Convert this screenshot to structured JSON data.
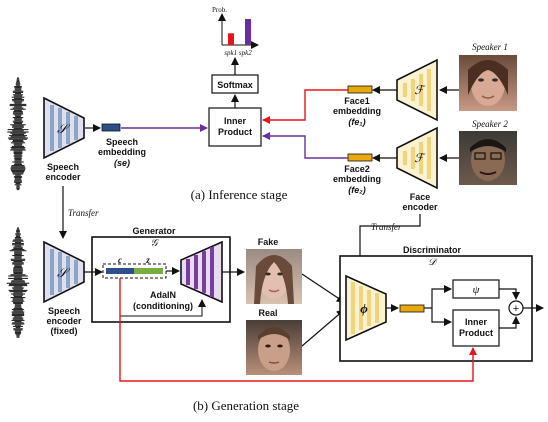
{
  "inference": {
    "caption": "(a) Inference stage",
    "prob_label": "Prob.",
    "bar_labels": "spk1 spk2",
    "softmax": "Softmax",
    "inner_product": [
      "Inner",
      "Product"
    ],
    "speech_encoder_symbol": "𝒮",
    "speech_encoder": [
      "Speech",
      "encoder"
    ],
    "speech_embedding": [
      "Speech",
      "embedding",
      "(se)"
    ],
    "face_symbol": "ℱ",
    "face1_embedding": [
      "Face1",
      "embedding",
      "(fe₁)"
    ],
    "face2_embedding": [
      "Face2",
      "embedding",
      "(fe₂)"
    ],
    "speaker1": "Speaker 1",
    "speaker2": "Speaker 2",
    "face_encoder": [
      "Face",
      "encoder"
    ],
    "bars": [
      {
        "value": 0.45,
        "color": "#e8131b"
      },
      {
        "value": 1.0,
        "color": "#6a2ea0"
      }
    ]
  },
  "generation": {
    "caption": "(b) Generation stage",
    "transfer_left": "Transfer",
    "transfer_right": "Transfer",
    "speech_encoder_symbol": "𝒮",
    "speech_encoder_fixed": [
      "Speech",
      "encoder",
      "(fixed)"
    ],
    "generator_title": "Generator",
    "generator_symbol": "𝒢",
    "c_label": "c",
    "z_label": "z",
    "adain": [
      "AdaIN",
      "(conditioning)"
    ],
    "fake_label": "Fake",
    "real_label": "Real",
    "discriminator_title": "Discriminator",
    "discriminator_symbol": "𝒟",
    "phi_symbol": "ϕ",
    "psi_symbol": "ψ",
    "inner_product": [
      "Inner",
      "Product"
    ],
    "plus": "+"
  },
  "colors": {
    "encoder_fill": "#dbe2ee",
    "encoder_stripe": "#8fa3c8",
    "face_fill": "#fbf2d2",
    "face_stripe": "#f1d479",
    "gen_fill": "#e7dcef",
    "gen_stripe": "#7a3d9e",
    "speech_emb": "#2f4f8a",
    "face_emb": "#e8a90c",
    "z_color": "#7aad3f",
    "red": "#e8131b",
    "purple": "#6a2ea0"
  }
}
